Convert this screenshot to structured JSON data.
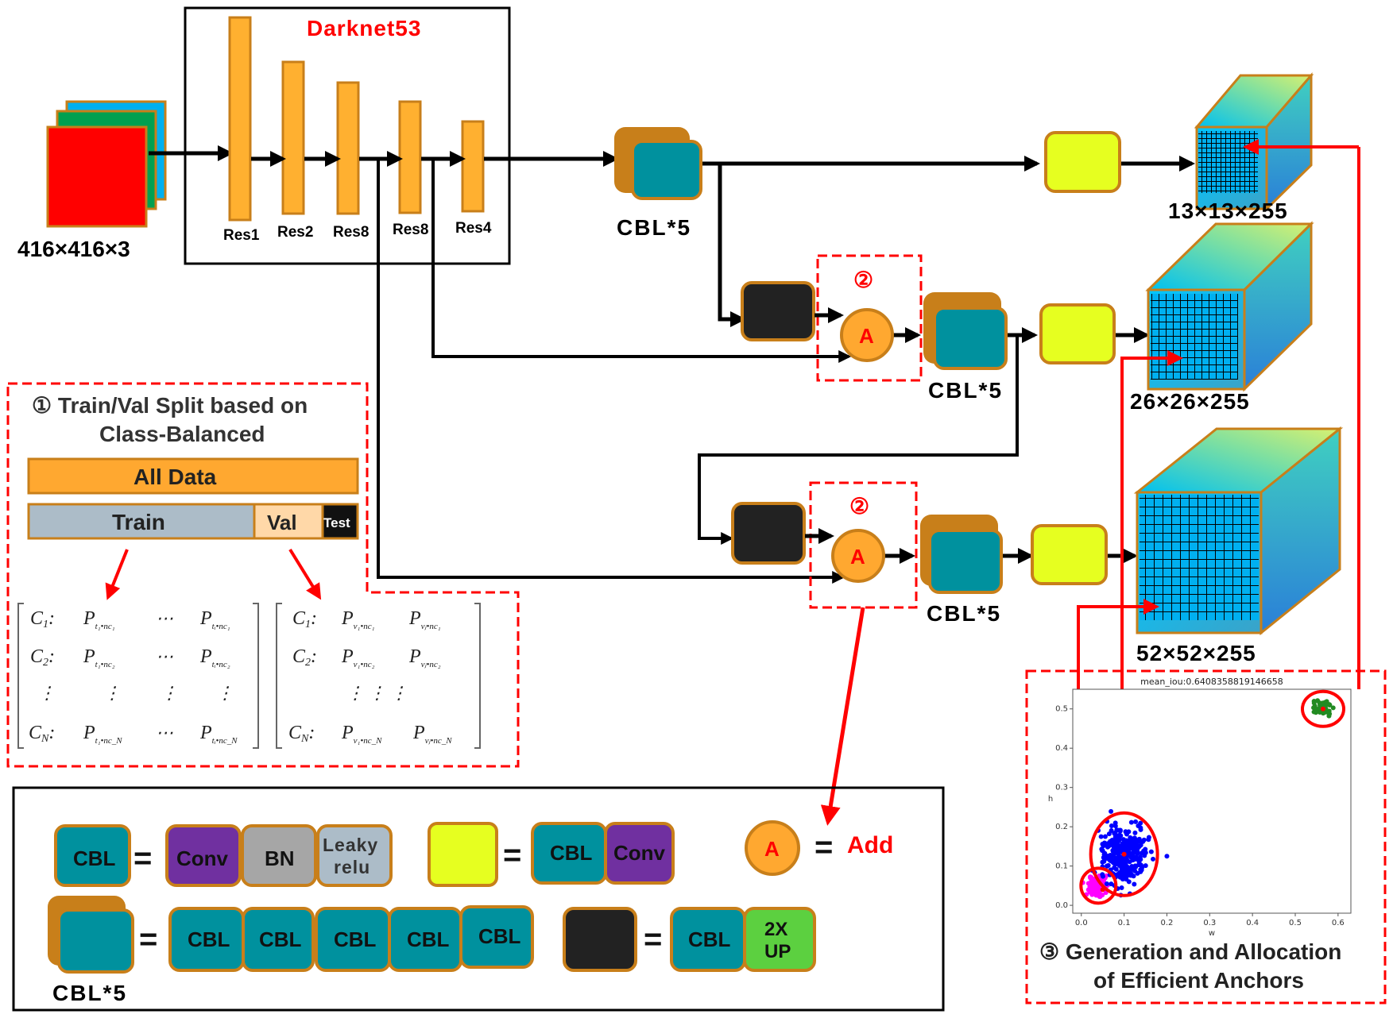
{
  "title": "Darknet53",
  "input_label": "416×416×3",
  "res_blocks": [
    "Res1",
    "Res2",
    "Res8",
    "Res8",
    "Res4"
  ],
  "cbl5_label": "CBL*5",
  "outputs": [
    "13×13×255",
    "26×26×255",
    "52×52×255"
  ],
  "add_symbol": "A",
  "circled_two": "②",
  "split_section": {
    "title_line1": "① Train/Val Split based on",
    "title_line2": "Class-Balanced",
    "all_data": "All Data",
    "train": "Train",
    "val": "Val",
    "test": "Test"
  },
  "legend": {
    "cbl": "CBL",
    "conv": "Conv",
    "bn": "BN",
    "leaky_line1": "Leaky",
    "leaky_line2": "relu",
    "equals": "=",
    "add": "Add",
    "up_line1": "2X",
    "up_line2": "UP",
    "cbl5": "CBL*5"
  },
  "anchor_section": {
    "title_line1": "③ Generation and Allocation",
    "title_line2": "of Efficient Anchors"
  },
  "chart_data": {
    "type": "scatter",
    "title": "mean_iou:0.6408358819146658",
    "xlabel": "w",
    "ylabel": "h",
    "xlim": [
      -0.02,
      0.63
    ],
    "ylim": [
      -0.02,
      0.55
    ],
    "xticks": [
      "0.0",
      "0.1",
      "0.2",
      "0.3",
      "0.4",
      "0.5",
      "0.6"
    ],
    "yticks": [
      "0.0",
      "0.1",
      "0.2",
      "0.3",
      "0.4",
      "0.5"
    ],
    "series": [
      {
        "color": "#ff00ff",
        "center": [
          0.04,
          0.05
        ],
        "spread": [
          0.025,
          0.025
        ],
        "n": 80
      },
      {
        "color": "#0000ff",
        "center": [
          0.1,
          0.13
        ],
        "spread": [
          0.055,
          0.07
        ],
        "n": 300
      },
      {
        "color": "#228b22",
        "center": [
          0.565,
          0.5
        ],
        "spread": [
          0.02,
          0.02
        ],
        "n": 60
      }
    ],
    "centroids": [
      [
        0.05,
        0.04
      ],
      [
        0.1,
        0.13
      ],
      [
        0.565,
        0.5
      ]
    ]
  }
}
